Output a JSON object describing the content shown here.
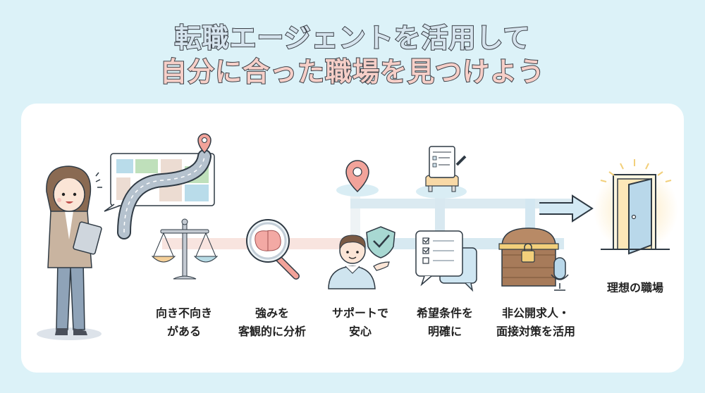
{
  "title": {
    "line1": "転職エージェントを活用して",
    "line2": "自分に合った職場を見つけよう"
  },
  "colors": {
    "background": "#dcf2f8",
    "card": "#ffffff",
    "title_line1_fill": "#d6e4ee",
    "title_line2_fill": "#f6cfc8",
    "title_stroke": "#3a3f46",
    "path_blue": "#cfe6f0",
    "path_pink": "#f7dcd6",
    "pin": "#f2a39a",
    "door": "#b9d8ea",
    "glow": "#fde7b8"
  },
  "steps": [
    {
      "icon": "balance-scale-icon",
      "line1": "向き不向き",
      "line2": "がある"
    },
    {
      "icon": "magnifier-brain-icon",
      "line1": "強みを",
      "line2": "客観的に分析"
    },
    {
      "icon": "advisor-shield-icon",
      "line1": "サポートで",
      "line2": "安心"
    },
    {
      "icon": "checklist-chat-icon",
      "line1": "希望条件を",
      "line2": "明確に"
    },
    {
      "icon": "treasure-chest-mic-icon",
      "line1": "非公開求人・",
      "line2": "面接対策を活用"
    }
  ],
  "goal": {
    "icon": "open-door-icon",
    "label": "理想の職場"
  }
}
